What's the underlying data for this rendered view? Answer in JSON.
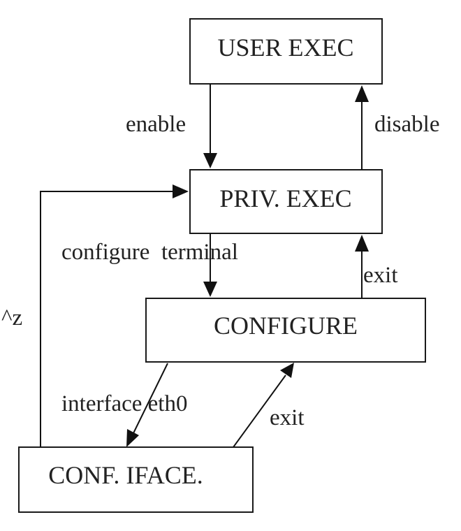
{
  "states": {
    "user_exec": "USER EXEC",
    "priv_exec": "PRIV. EXEC",
    "configure": "CONFIGURE",
    "conf_iface": "CONF. IFACE."
  },
  "transitions": {
    "enable": "enable",
    "disable": "disable",
    "configure_terminal": "configure  terminal",
    "exit_configure": "exit",
    "interface": "interface eth0",
    "exit_iface": "exit",
    "ctrl_z": "^z"
  }
}
